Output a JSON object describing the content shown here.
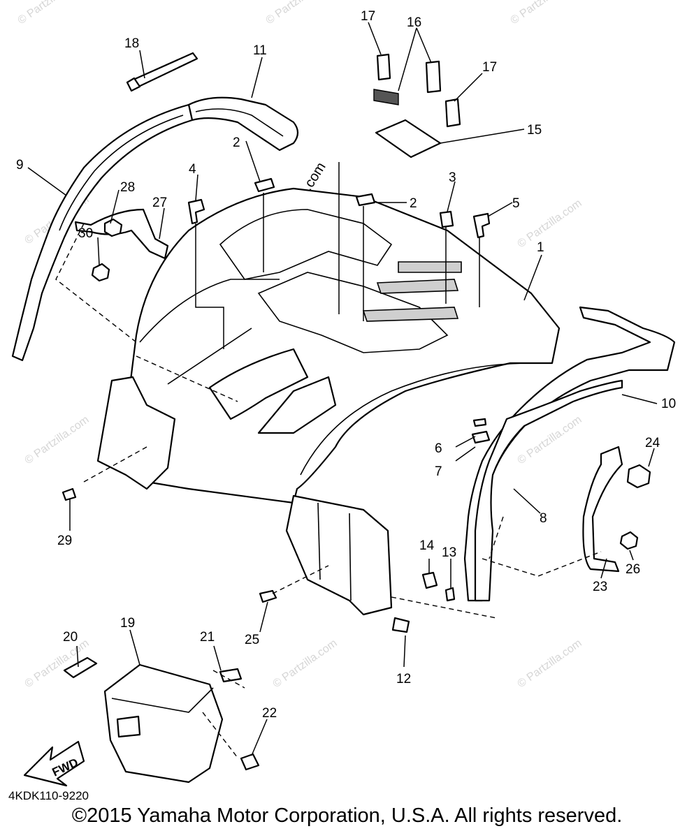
{
  "diagram": {
    "callouts": {
      "c1": "1",
      "c2a": "2",
      "c2b": "2",
      "c3": "3",
      "c4": "4",
      "c5": "5",
      "c6": "6",
      "c7": "7",
      "c8": "8",
      "c9": "9",
      "c10": "10",
      "c11": "11",
      "c12": "12",
      "c13": "13",
      "c14": "14",
      "c15": "15",
      "c16": "16",
      "c17a": "17",
      "c17b": "17",
      "c18": "18",
      "c19": "19",
      "c20": "20",
      "c21": "21",
      "c22": "22",
      "c23": "23",
      "c24": "24",
      "c25": "25",
      "c26": "26",
      "c27": "27",
      "c28": "28",
      "c29": "29",
      "c30": "30"
    },
    "watermark_text": "© Partzilla.com",
    "fwd_label": "FWD",
    "diagram_code": "4KDK110-9220"
  },
  "copyright": "©2015 Yamaha Motor Corporation, U.S.A. All rights reserved."
}
